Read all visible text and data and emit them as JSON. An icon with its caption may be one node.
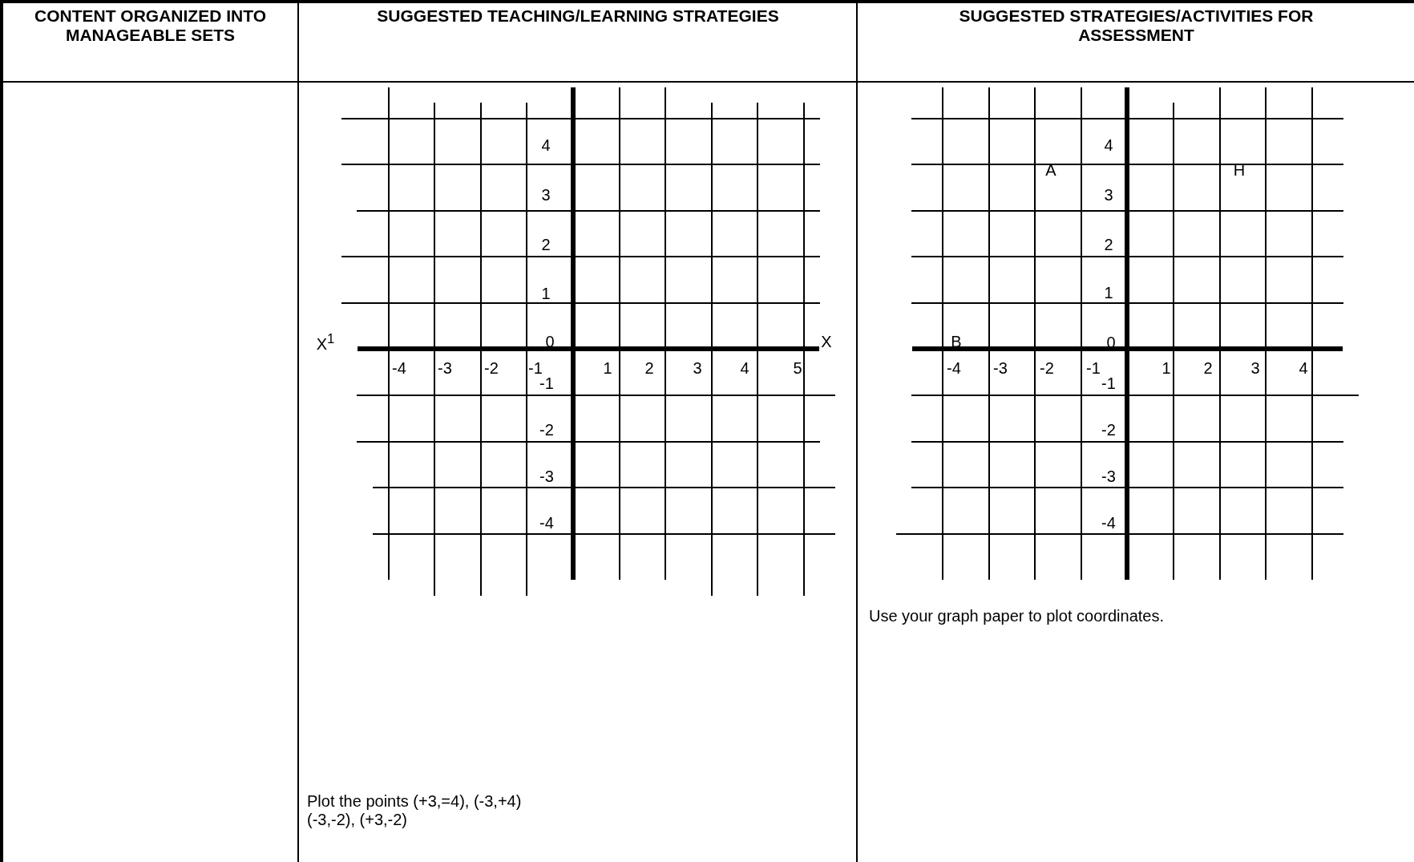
{
  "diagram": {
    "labels": [
      "CONTENT ORGANIZED INTO MANAGEABLE SETS",
      "SUGGESTED TEACHING/LEARNING STRATEGIES",
      "SUGGESTED STRATEGIES/ACTIVITIES FOR ASSESSMENT",
      "4",
      "3",
      "2",
      "1",
      "X$^{1}$",
      "0",
      "X",
      "-4",
      "-3",
      "-2",
      "-1",
      "1",
      "2",
      "3",
      "4",
      "5",
      "-1",
      "-2",
      "-3",
      "-4",
      "Plot the points (+3,=4), (-3,+4) (-3,-2), (+3,-2)",
      "4",
      "A",
      "H",
      "3",
      "2",
      "1",
      "B",
      "0",
      "-4",
      "-3",
      "-2",
      "-1",
      "1",
      "2",
      "3",
      "4",
      "-1",
      "-2",
      "-3",
      "-4",
      "Use your graph paper to plot coordinates."
    ]
  }
}
